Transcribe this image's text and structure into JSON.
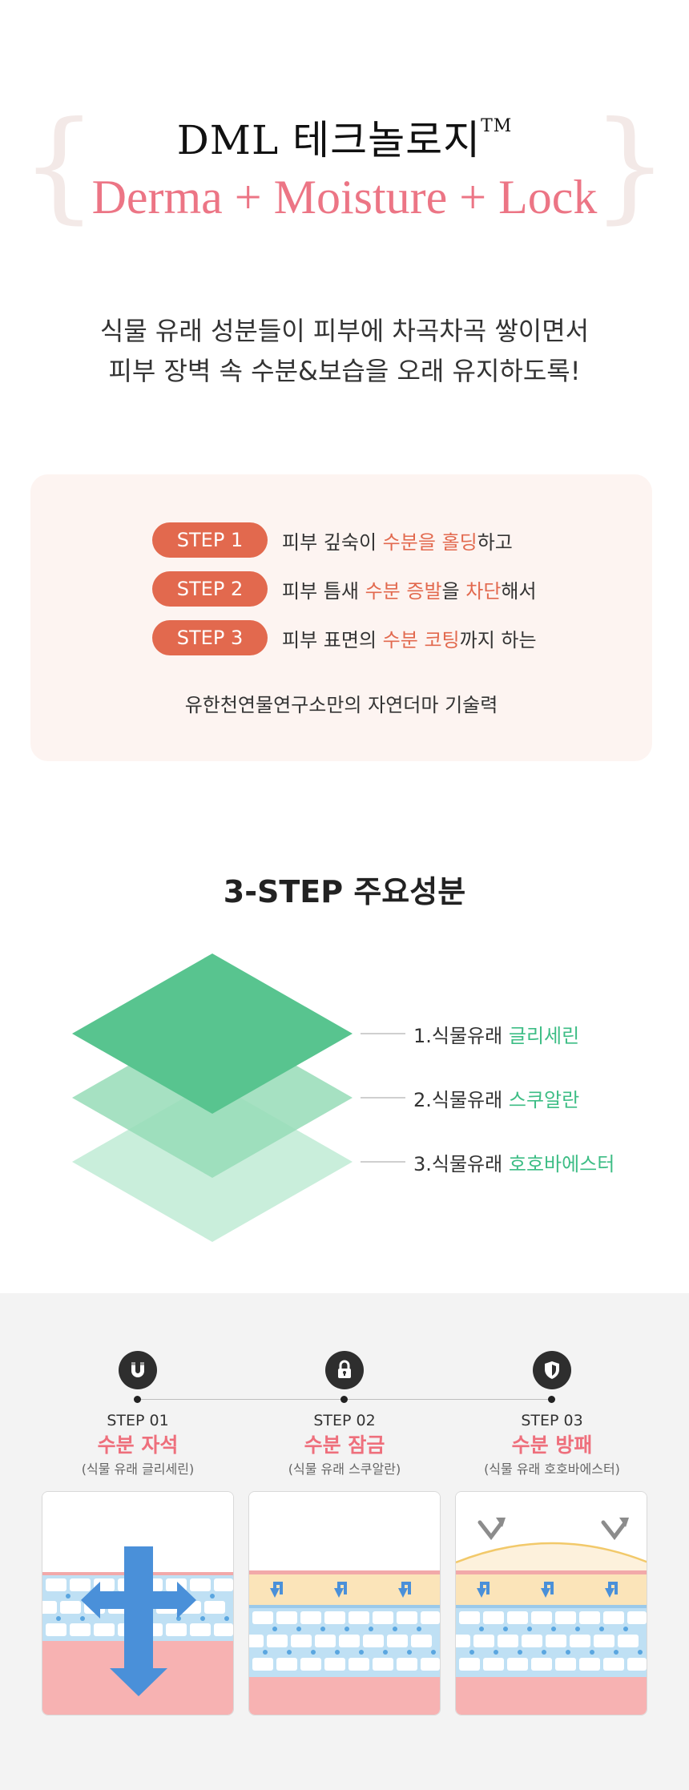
{
  "title": {
    "line1": "DML 테크놀로지",
    "trademark": "TM",
    "line2": "Derma + Moisture + Lock",
    "brace_left": "{",
    "brace_right": "}"
  },
  "intro": {
    "line1": "식물 유래 성분들이 피부에 차곡차곡 쌓이면서",
    "line2": "피부 장벽 속 수분&보습을 오래 유지하도록!"
  },
  "steps": [
    {
      "pill": "STEP 1",
      "pre": "피부 깊숙이 ",
      "hl1": "수분을 홀딩",
      "mid": "",
      "hl2": "",
      "post": "하고"
    },
    {
      "pill": "STEP 2",
      "pre": "피부 틈새 ",
      "hl1": "수분 증발",
      "mid": "을 ",
      "hl2": "차단",
      "post": "해서"
    },
    {
      "pill": "STEP 3",
      "pre": "피부 표면의 ",
      "hl1": "수분 코팅",
      "mid": "",
      "hl2": "",
      "post": "까지 하는"
    }
  ],
  "steps_footer": "유한천연물연구소만의 자연더마 기술력",
  "ingredients": {
    "title": "3-STEP 주요성분",
    "items": [
      {
        "prefix": "1.식물유래 ",
        "name": "글리세린"
      },
      {
        "prefix": "2.식물유래 ",
        "name": "스쿠알란"
      },
      {
        "prefix": "3.식물유래 ",
        "name": "호호바에스터"
      }
    ],
    "colors": {
      "layer1": "#58c48f",
      "layer2": "#97dcb7",
      "layer3": "#c9eedb",
      "accent": "#3dbd85"
    }
  },
  "timeline": [
    {
      "icon": "magnet-icon",
      "step": "STEP 01",
      "name": "수분 자석",
      "sub": "(식물 유래 글리세린)"
    },
    {
      "icon": "lock-icon",
      "step": "STEP 02",
      "name": "수분 잠금",
      "sub": "(식물 유래 스쿠알란)"
    },
    {
      "icon": "shield-icon",
      "step": "STEP 03",
      "name": "수분 방패",
      "sub": "(식물 유래 호호바에스터)"
    }
  ],
  "colors": {
    "pill": "#e2694e",
    "title_accent": "#ec7585",
    "step_name": "#ee6f7c",
    "skin_blue": "#4a90d9",
    "skin_pink": "#f6b1b1",
    "lock_band": "#fbe4b9"
  }
}
